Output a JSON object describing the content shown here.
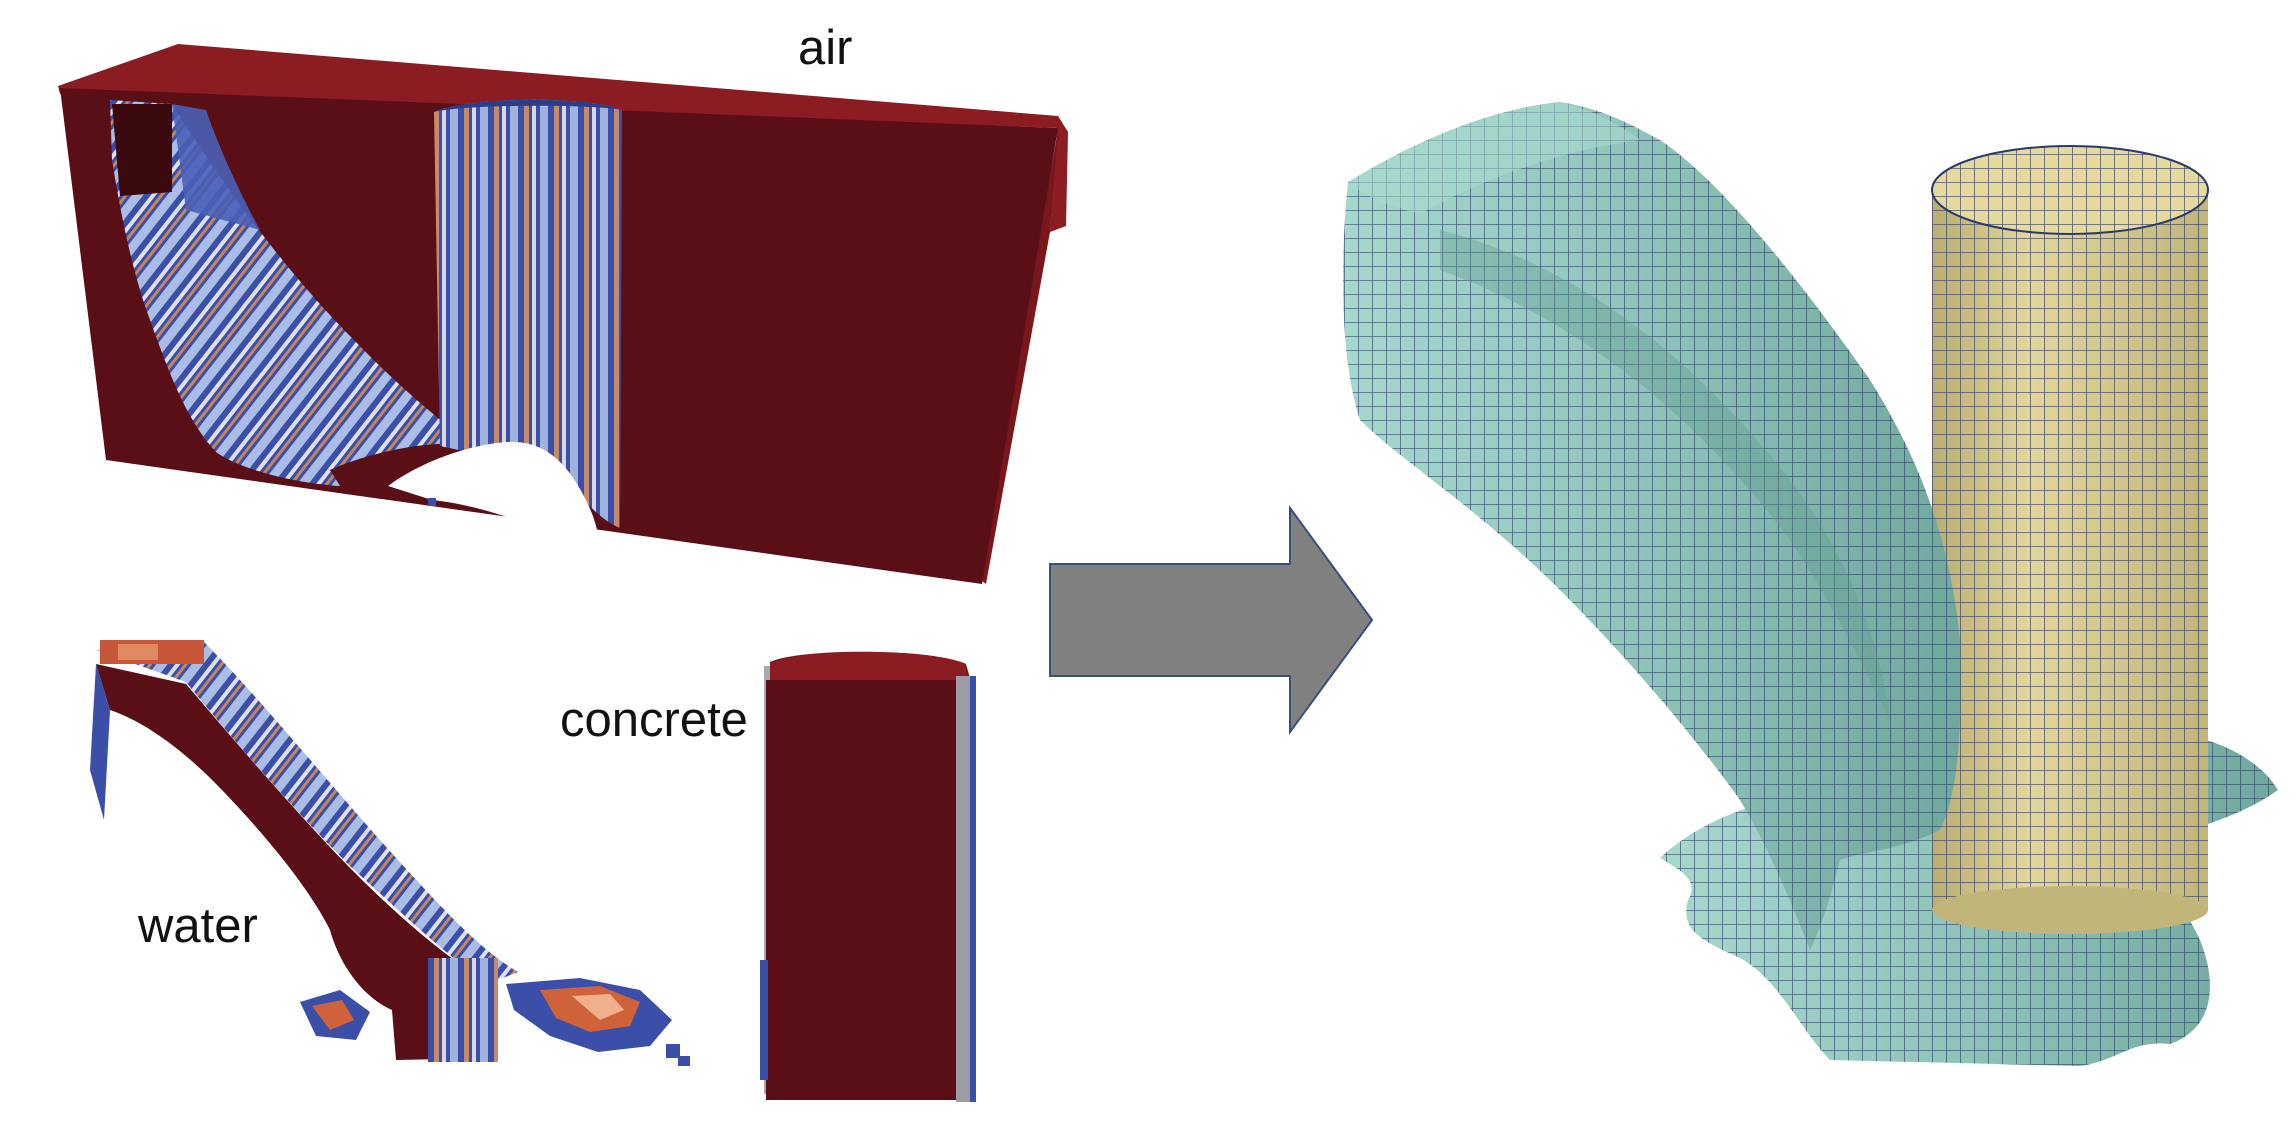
{
  "labels": {
    "air": "air",
    "concrete": "concrete",
    "water": "water"
  },
  "colors": {
    "background": "#ffffff",
    "voxel_red_dark": "#5a0e16",
    "voxel_red_light": "#8a1c22",
    "voxel_blue": "#3b4fa8",
    "voxel_light_blue": "#9fb3dd",
    "voxel_orange": "#d0623a",
    "arrow_fill": "#808080",
    "arrow_stroke": "#3a4e7a",
    "mesh_water": "#8fc8bc",
    "mesh_concrete": "#d6c98a",
    "mesh_lines": "#2c3a6b"
  },
  "icons": {
    "transform": "right-arrow-icon"
  }
}
